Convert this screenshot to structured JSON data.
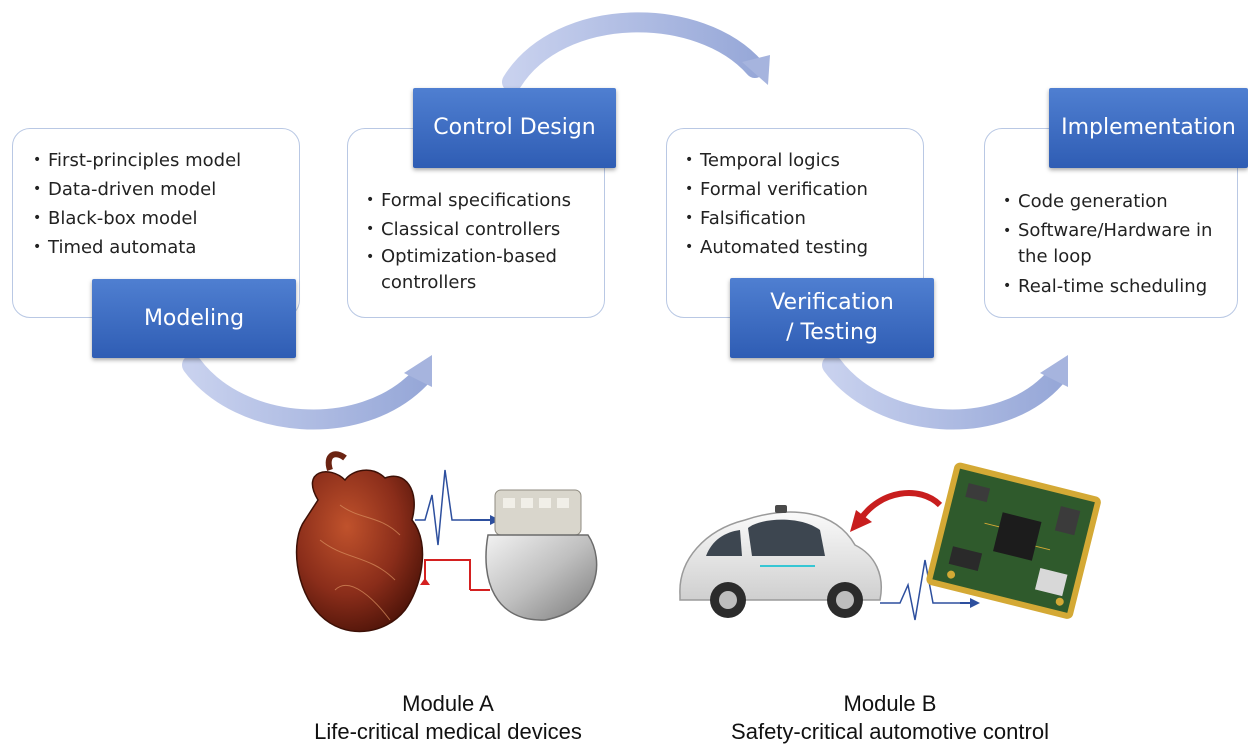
{
  "stages": [
    {
      "name": "Modeling",
      "items": [
        "First-principles model",
        "Data-driven model",
        "Black-box model",
        "Timed automata"
      ]
    },
    {
      "name": "Control Design",
      "items": [
        "Formal specifications",
        "Classical controllers",
        "Optimization-based controllers"
      ]
    },
    {
      "name": "Verification / Testing",
      "items": [
        "Temporal logics",
        "Formal verification",
        "Falsification",
        "Automated testing"
      ]
    },
    {
      "name": "Implementation",
      "items": [
        "Code generation",
        "Software/Hardware in the loop",
        "Real-time scheduling"
      ]
    }
  ],
  "modules": [
    {
      "title": "Module A",
      "subtitle": "Life-critical medical devices"
    },
    {
      "title": "Module B",
      "subtitle": "Safety-critical automotive control"
    }
  ],
  "colors": {
    "tag_top": "#4f7fd1",
    "tag_bottom": "#2f5db4",
    "card_border": "#b9c8e4",
    "flow_arrow": "#a6b4de",
    "signal_blue": "#2d4f9e",
    "signal_red": "#d42020",
    "heart": "#8a2d1a",
    "board_green": "#2f5a2c",
    "board_gold": "#d4a935"
  }
}
